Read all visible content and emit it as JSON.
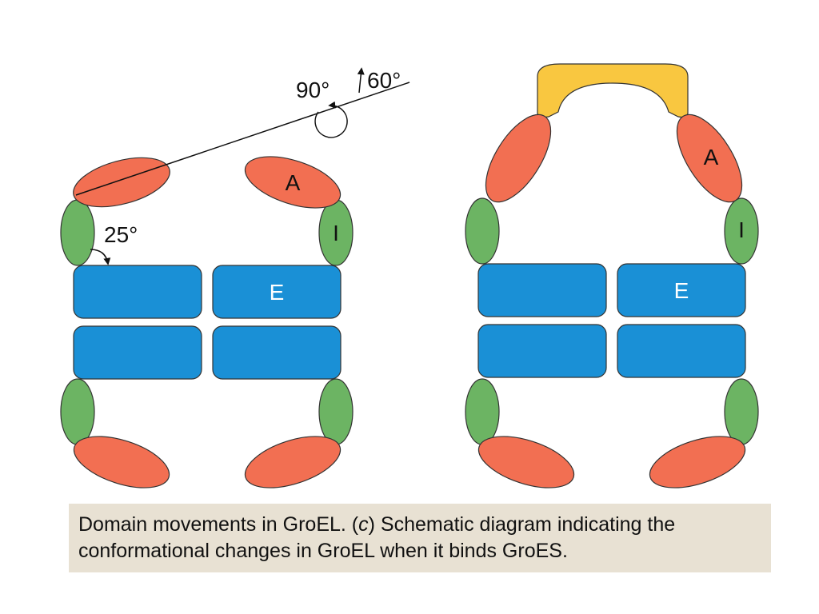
{
  "diagram": {
    "left_labels": {
      "apical": "A",
      "intermediate": "I",
      "equatorial": "E"
    },
    "right_labels": {
      "apical": "A",
      "intermediate": "I",
      "equatorial": "E"
    },
    "angles": {
      "tilt": "90°",
      "lift": "60°",
      "hinge": "25°"
    },
    "colors": {
      "apical": "#f26f52",
      "intermediate": "#6cb463",
      "equatorial": "#1a90d6",
      "groes": "#f9c740"
    }
  },
  "caption": {
    "part1": "Domain movements in GroEL. (",
    "part_italic": "c",
    "part2": ") Schematic diagram indicating the conformational changes in GroEL when it binds GroES."
  }
}
